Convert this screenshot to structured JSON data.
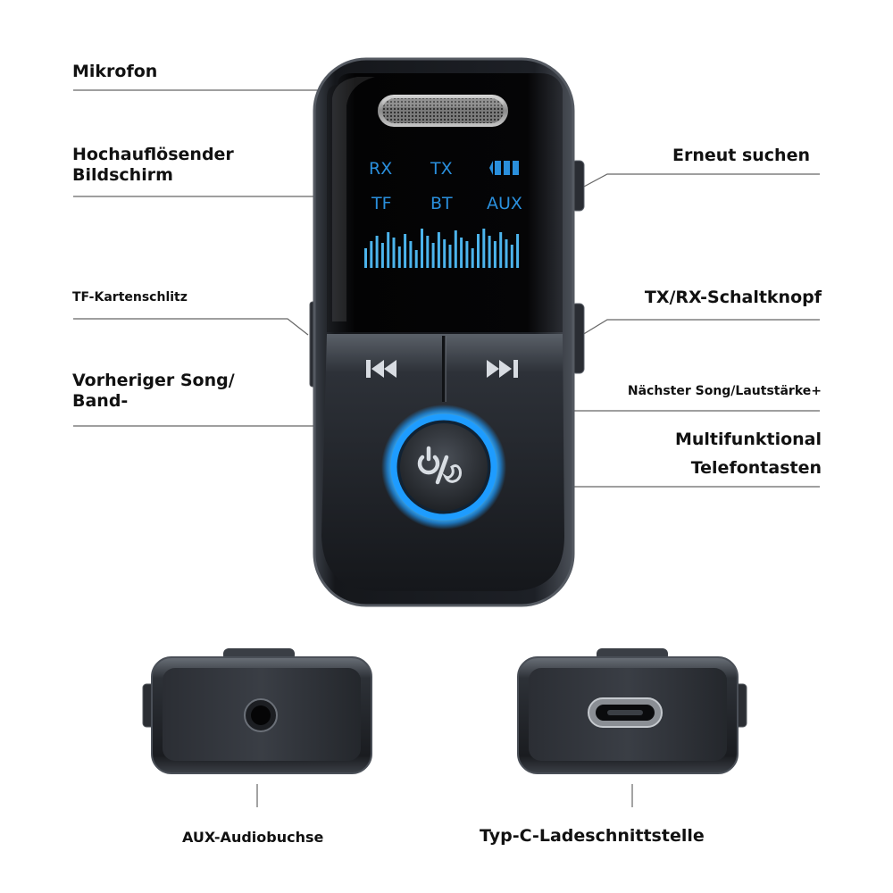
{
  "labels": {
    "mikrofon": "Mikrofon",
    "bildschirm_line1": "Hochauflösender",
    "bildschirm_line2": "Bildschirm",
    "tf_slot": "TF-Kartenschlitz",
    "prev_line1": "Vorheriger Song/",
    "prev_line2": "Band-",
    "research": "Erneut suchen",
    "txrx_switch": "TX/RX-Schaltknopf",
    "next": "Nächster Song/Lautstärke+",
    "multi_line1": "Multifunktional",
    "multi_line2": "Telefontasten",
    "aux": "AUX-Audiobuchse",
    "typec": "Typ-C-Ladeschnittstelle"
  },
  "display": {
    "rx": "RX",
    "tx": "TX",
    "tf": "TF",
    "bt": "BT",
    "aux": "AUX"
  },
  "colors": {
    "screen_text": "#2a8fdc",
    "equalizer": "#4cb4ec",
    "ring_glow": "#1e9cff",
    "device_body": "#1b1d22",
    "leader_line": "#666666"
  },
  "icons": {
    "prev": "skip-previous-icon",
    "next": "skip-next-icon",
    "power_phone": "power-phone-icon",
    "microphone_grille": "microphone-grille-icon",
    "battery": "battery-icon"
  }
}
